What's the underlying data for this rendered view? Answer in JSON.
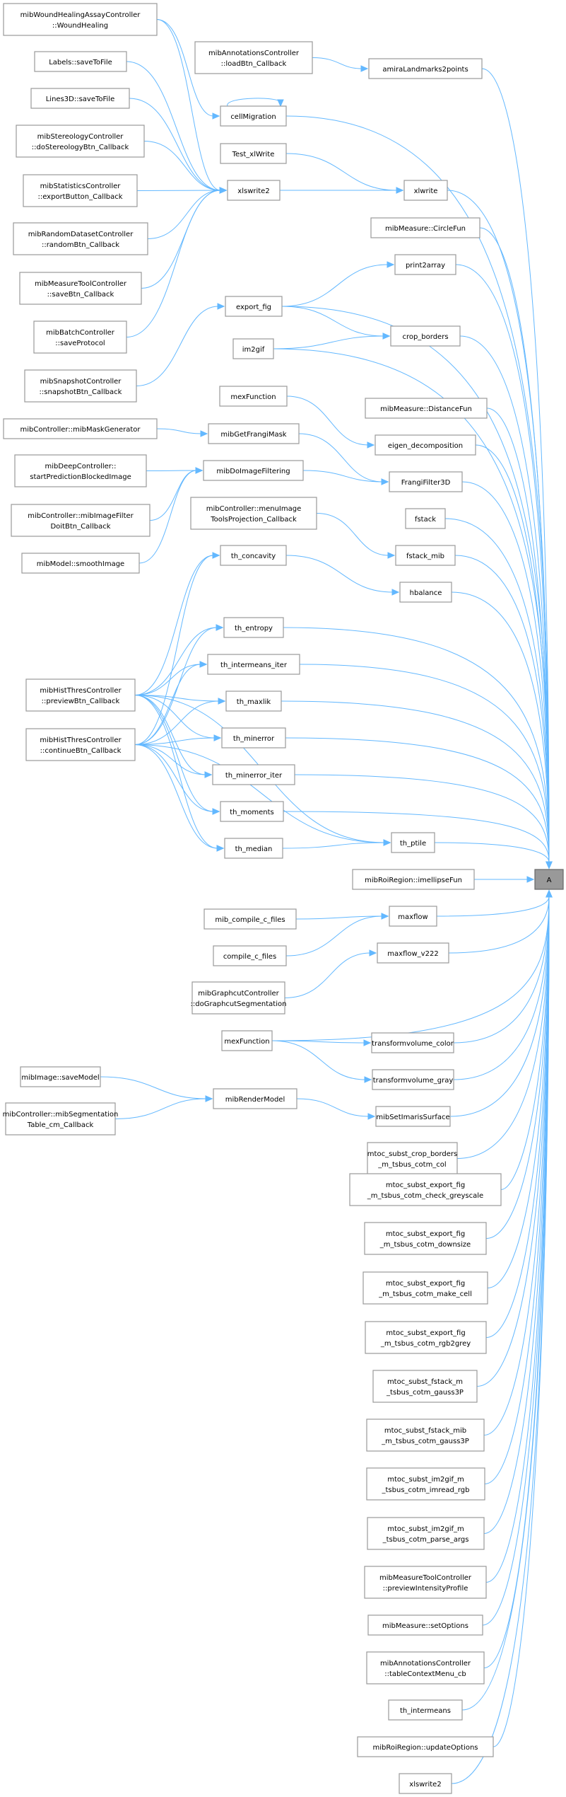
{
  "graph": {
    "title": "Caller graph of A",
    "colors": {
      "edge": "#63b8ff",
      "node_border": "#999999",
      "target_fill": "#999999",
      "node_fill": "#ffffff"
    },
    "target": "A",
    "nodes": [
      {
        "id": "woundhealing",
        "lines": [
          "mibWoundHealingAssayController",
          "::WoundHealing"
        ]
      },
      {
        "id": "labels_save",
        "lines": [
          "Labels::saveToFile"
        ]
      },
      {
        "id": "lines3d_save",
        "lines": [
          "Lines3D::saveToFile"
        ]
      },
      {
        "id": "stereology",
        "lines": [
          "mibStereologyController",
          "::doStereologyBtn_Callback"
        ]
      },
      {
        "id": "statistics",
        "lines": [
          "mibStatisticsController",
          "::exportButton_Callback"
        ]
      },
      {
        "id": "randomdataset",
        "lines": [
          "mibRandomDatasetController",
          "::randomBtn_Callback"
        ]
      },
      {
        "id": "measuretool_save",
        "lines": [
          "mibMeasureToolController",
          "::saveBtn_Callback"
        ]
      },
      {
        "id": "batch_save",
        "lines": [
          "mibBatchController",
          "::saveProtocol"
        ]
      },
      {
        "id": "snapshot",
        "lines": [
          "mibSnapshotController",
          "::snapshotBtn_Callback"
        ]
      },
      {
        "id": "maskgen",
        "lines": [
          "mibController::mibMaskGenerator"
        ]
      },
      {
        "id": "deepctrl",
        "lines": [
          "mibDeepController::",
          "startPredictionBlockedImage"
        ]
      },
      {
        "id": "imagefilter_doit",
        "lines": [
          "mibController::mibImageFilter",
          "DoitBtn_Callback"
        ]
      },
      {
        "id": "smoothimage",
        "lines": [
          "mibModel::smoothImage"
        ]
      },
      {
        "id": "hist_preview",
        "lines": [
          "mibHistThresController",
          "::previewBtn_Callback"
        ]
      },
      {
        "id": "hist_continue",
        "lines": [
          "mibHistThresController",
          "::continueBtn_Callback"
        ]
      },
      {
        "id": "image_savemodel",
        "lines": [
          "mibImage::saveModel"
        ]
      },
      {
        "id": "segtable",
        "lines": [
          "mibController::mibSegmentation",
          "Table_cm_Callback"
        ]
      },
      {
        "id": "annot_load",
        "lines": [
          "mibAnnotationsController",
          "::loadBtn_Callback"
        ]
      },
      {
        "id": "cellmigration",
        "lines": [
          "cellMigration"
        ]
      },
      {
        "id": "test_xlwrite",
        "lines": [
          "Test_xlWrite"
        ]
      },
      {
        "id": "xlswrite2_mid",
        "lines": [
          "xlswrite2"
        ]
      },
      {
        "id": "export_fig",
        "lines": [
          "export_fig"
        ]
      },
      {
        "id": "im2gif",
        "lines": [
          "im2gif"
        ]
      },
      {
        "id": "mexfunction1",
        "lines": [
          "mexFunction"
        ]
      },
      {
        "id": "getfrangimask",
        "lines": [
          "mibGetFrangiMask"
        ]
      },
      {
        "id": "doimagefiltering",
        "lines": [
          "mibDoImageFiltering"
        ]
      },
      {
        "id": "menuimagetools",
        "lines": [
          "mibController::menuImage",
          "ToolsProjection_Callback"
        ]
      },
      {
        "id": "th_concavity",
        "lines": [
          "th_concavity"
        ]
      },
      {
        "id": "th_entropy",
        "lines": [
          "th_entropy"
        ]
      },
      {
        "id": "th_intermeans_iter",
        "lines": [
          "th_intermeans_iter"
        ]
      },
      {
        "id": "th_maxlik",
        "lines": [
          "th_maxlik"
        ]
      },
      {
        "id": "th_minerror",
        "lines": [
          "th_minerror"
        ]
      },
      {
        "id": "th_minerror_iter",
        "lines": [
          "th_minerror_iter"
        ]
      },
      {
        "id": "th_moments",
        "lines": [
          "th_moments"
        ]
      },
      {
        "id": "th_median",
        "lines": [
          "th_median"
        ]
      },
      {
        "id": "mib_compile_c_files",
        "lines": [
          "mib_compile_c_files"
        ]
      },
      {
        "id": "compile_c_files",
        "lines": [
          "compile_c_files"
        ]
      },
      {
        "id": "graphcut",
        "lines": [
          "mibGraphcutController",
          "::doGraphcutSegmentation"
        ]
      },
      {
        "id": "mexfunction2",
        "lines": [
          "mexFunction"
        ]
      },
      {
        "id": "rendermodel",
        "lines": [
          "mibRenderModel"
        ]
      },
      {
        "id": "amira",
        "lines": [
          "amiraLandmarks2points"
        ]
      },
      {
        "id": "xlwrite",
        "lines": [
          "xlwrite"
        ]
      },
      {
        "id": "circlefun",
        "lines": [
          "mibMeasure::CircleFun"
        ]
      },
      {
        "id": "print2array",
        "lines": [
          "print2array"
        ]
      },
      {
        "id": "crop_borders",
        "lines": [
          "crop_borders"
        ]
      },
      {
        "id": "distancefun",
        "lines": [
          "mibMeasure::DistanceFun"
        ]
      },
      {
        "id": "eigen",
        "lines": [
          "eigen_decomposition"
        ]
      },
      {
        "id": "frangi3d",
        "lines": [
          "FrangiFilter3D"
        ]
      },
      {
        "id": "fstack",
        "lines": [
          "fstack"
        ]
      },
      {
        "id": "fstack_mib",
        "lines": [
          "fstack_mib"
        ]
      },
      {
        "id": "hbalance",
        "lines": [
          "hbalance"
        ]
      },
      {
        "id": "th_ptile",
        "lines": [
          "th_ptile"
        ]
      },
      {
        "id": "imellipsefun",
        "lines": [
          "mibRoiRegion::imellipseFun"
        ]
      },
      {
        "id": "maxflow",
        "lines": [
          "maxflow"
        ]
      },
      {
        "id": "maxflow_v222",
        "lines": [
          "maxflow_v222"
        ]
      },
      {
        "id": "tv_color",
        "lines": [
          "transformvolume_color"
        ]
      },
      {
        "id": "tv_gray",
        "lines": [
          "transformvolume_gray"
        ]
      },
      {
        "id": "imaris",
        "lines": [
          "mibSetImarisSurface"
        ]
      },
      {
        "id": "mtoc_crop",
        "lines": [
          "mtoc_subst_crop_borders",
          "_m_tsbus_cotm_col"
        ]
      },
      {
        "id": "mtoc_greyscale",
        "lines": [
          "mtoc_subst_export_fig",
          "_m_tsbus_cotm_check_greyscale"
        ]
      },
      {
        "id": "mtoc_downsize",
        "lines": [
          "mtoc_subst_export_fig",
          "_m_tsbus_cotm_downsize"
        ]
      },
      {
        "id": "mtoc_makecell",
        "lines": [
          "mtoc_subst_export_fig",
          "_m_tsbus_cotm_make_cell"
        ]
      },
      {
        "id": "mtoc_rgb2grey",
        "lines": [
          "mtoc_subst_export_fig",
          "_m_tsbus_cotm_rgb2grey"
        ]
      },
      {
        "id": "mtoc_fstack",
        "lines": [
          "mtoc_subst_fstack_m",
          "_tsbus_cotm_gauss3P"
        ]
      },
      {
        "id": "mtoc_fstackmib",
        "lines": [
          "mtoc_subst_fstack_mib",
          "_m_tsbus_cotm_gauss3P"
        ]
      },
      {
        "id": "mtoc_imread",
        "lines": [
          "mtoc_subst_im2gif_m",
          "_tsbus_cotm_imread_rgb"
        ]
      },
      {
        "id": "mtoc_parse",
        "lines": [
          "mtoc_subst_im2gif_m",
          "_tsbus_cotm_parse_args"
        ]
      },
      {
        "id": "preview_profile",
        "lines": [
          "mibMeasureToolController",
          "::previewIntensityProfile"
        ]
      },
      {
        "id": "setoptions",
        "lines": [
          "mibMeasure::setOptions"
        ]
      },
      {
        "id": "tablecontext",
        "lines": [
          "mibAnnotationsController",
          "::tableContextMenu_cb"
        ]
      },
      {
        "id": "th_intermeans",
        "lines": [
          "th_intermeans"
        ]
      },
      {
        "id": "updateoptions",
        "lines": [
          "mibRoiRegion::updateOptions"
        ]
      },
      {
        "id": "xlswrite2_bottom",
        "lines": [
          "xlswrite2"
        ]
      },
      {
        "id": "A",
        "lines": [
          "A"
        ]
      }
    ],
    "edges": [
      [
        "woundhealing",
        "xlswrite2_mid"
      ],
      [
        "woundhealing",
        "cellmigration"
      ],
      [
        "labels_save",
        "xlswrite2_mid"
      ],
      [
        "lines3d_save",
        "xlswrite2_mid"
      ],
      [
        "stereology",
        "xlswrite2_mid"
      ],
      [
        "statistics",
        "xlswrite2_mid"
      ],
      [
        "randomdataset",
        "xlswrite2_mid"
      ],
      [
        "measuretool_save",
        "xlswrite2_mid"
      ],
      [
        "batch_save",
        "xlswrite2_mid"
      ],
      [
        "snapshot",
        "export_fig"
      ],
      [
        "maskgen",
        "getfrangimask"
      ],
      [
        "deepctrl",
        "doimagefiltering"
      ],
      [
        "imagefilter_doit",
        "doimagefiltering"
      ],
      [
        "smoothimage",
        "doimagefiltering"
      ],
      [
        "hist_preview",
        "th_concavity"
      ],
      [
        "hist_preview",
        "th_entropy"
      ],
      [
        "hist_preview",
        "th_intermeans_iter"
      ],
      [
        "hist_preview",
        "th_maxlik"
      ],
      [
        "hist_preview",
        "th_minerror"
      ],
      [
        "hist_preview",
        "th_minerror_iter"
      ],
      [
        "hist_preview",
        "th_moments"
      ],
      [
        "hist_preview",
        "th_median"
      ],
      [
        "hist_preview",
        "th_ptile"
      ],
      [
        "hist_continue",
        "th_concavity"
      ],
      [
        "hist_continue",
        "th_entropy"
      ],
      [
        "hist_continue",
        "th_intermeans_iter"
      ],
      [
        "hist_continue",
        "th_maxlik"
      ],
      [
        "hist_continue",
        "th_minerror"
      ],
      [
        "hist_continue",
        "th_minerror_iter"
      ],
      [
        "hist_continue",
        "th_moments"
      ],
      [
        "hist_continue",
        "th_median"
      ],
      [
        "hist_continue",
        "th_ptile"
      ],
      [
        "image_savemodel",
        "rendermodel"
      ],
      [
        "segtable",
        "rendermodel"
      ],
      [
        "annot_load",
        "amira"
      ],
      [
        "cellmigration",
        "cellmigration"
      ],
      [
        "cellmigration",
        "A"
      ],
      [
        "test_xlwrite",
        "xlwrite"
      ],
      [
        "xlswrite2_mid",
        "xlwrite"
      ],
      [
        "export_fig",
        "print2array"
      ],
      [
        "export_fig",
        "crop_borders"
      ],
      [
        "export_fig",
        "A"
      ],
      [
        "im2gif",
        "crop_borders"
      ],
      [
        "im2gif",
        "A"
      ],
      [
        "mexfunction1",
        "eigen"
      ],
      [
        "getfrangimask",
        "frangi3d"
      ],
      [
        "doimagefiltering",
        "frangi3d"
      ],
      [
        "menuimagetools",
        "fstack_mib"
      ],
      [
        "th_concavity",
        "hbalance"
      ],
      [
        "th_entropy",
        "A"
      ],
      [
        "th_intermeans_iter",
        "A"
      ],
      [
        "th_maxlik",
        "A"
      ],
      [
        "th_minerror",
        "A"
      ],
      [
        "th_minerror_iter",
        "A"
      ],
      [
        "th_moments",
        "A"
      ],
      [
        "th_median",
        "th_ptile"
      ],
      [
        "mib_compile_c_files",
        "maxflow"
      ],
      [
        "compile_c_files",
        "maxflow"
      ],
      [
        "graphcut",
        "maxflow_v222"
      ],
      [
        "mexfunction2",
        "tv_color"
      ],
      [
        "mexfunction2",
        "tv_gray"
      ],
      [
        "mexfunction2",
        "A"
      ],
      [
        "rendermodel",
        "imaris"
      ],
      [
        "amira",
        "A"
      ],
      [
        "xlwrite",
        "A"
      ],
      [
        "circlefun",
        "A"
      ],
      [
        "print2array",
        "A"
      ],
      [
        "crop_borders",
        "A"
      ],
      [
        "distancefun",
        "A"
      ],
      [
        "eigen",
        "A"
      ],
      [
        "frangi3d",
        "A"
      ],
      [
        "fstack",
        "A"
      ],
      [
        "fstack_mib",
        "A"
      ],
      [
        "hbalance",
        "A"
      ],
      [
        "th_ptile",
        "A"
      ],
      [
        "imellipsefun",
        "A"
      ],
      [
        "maxflow",
        "A"
      ],
      [
        "maxflow_v222",
        "A"
      ],
      [
        "tv_color",
        "A"
      ],
      [
        "tv_gray",
        "A"
      ],
      [
        "imaris",
        "A"
      ],
      [
        "mtoc_crop",
        "A"
      ],
      [
        "mtoc_greyscale",
        "A"
      ],
      [
        "mtoc_downsize",
        "A"
      ],
      [
        "mtoc_makecell",
        "A"
      ],
      [
        "mtoc_rgb2grey",
        "A"
      ],
      [
        "mtoc_fstack",
        "A"
      ],
      [
        "mtoc_fstackmib",
        "A"
      ],
      [
        "mtoc_imread",
        "A"
      ],
      [
        "mtoc_parse",
        "A"
      ],
      [
        "preview_profile",
        "A"
      ],
      [
        "setoptions",
        "A"
      ],
      [
        "tablecontext",
        "A"
      ],
      [
        "th_intermeans",
        "A"
      ],
      [
        "updateoptions",
        "A"
      ],
      [
        "xlswrite2_bottom",
        "A"
      ]
    ]
  }
}
